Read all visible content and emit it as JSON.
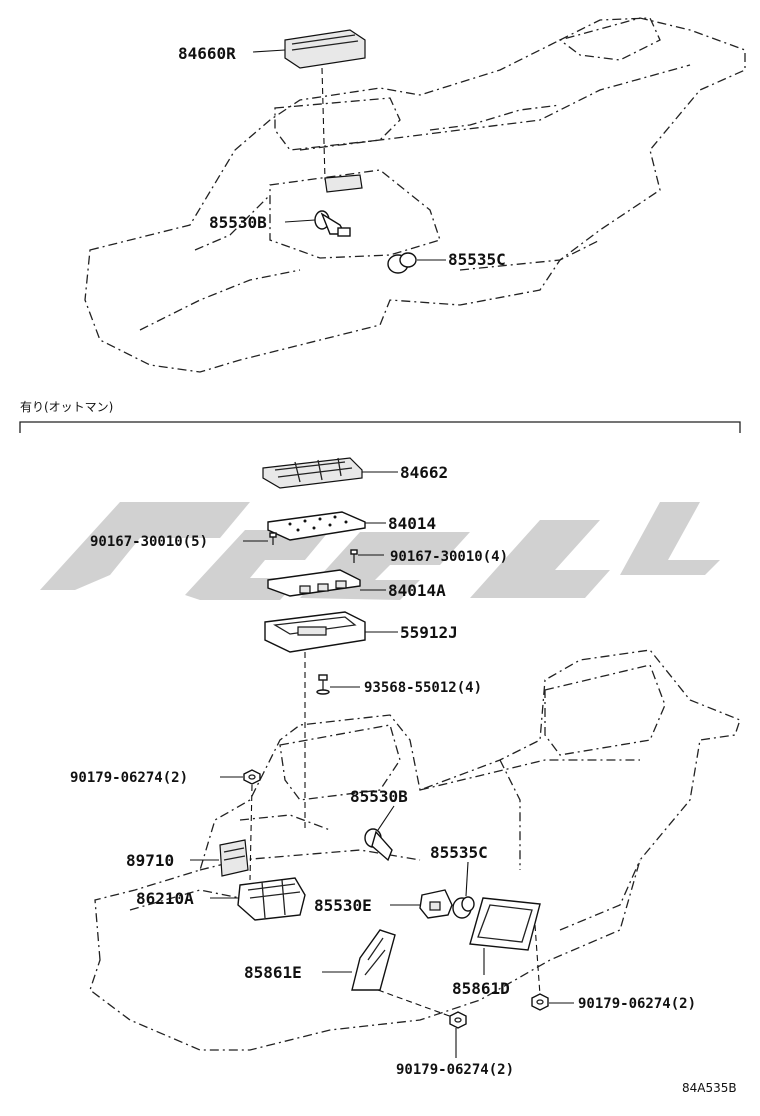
{
  "labels": {
    "p84660R": "84660R",
    "p85530B_top": "85530B",
    "p85535C_top": "85535C",
    "section_note": "有り(オットマン)",
    "p84662": "84662",
    "p84014": "84014",
    "p90167_5": "90167-30010(5)",
    "p90167_4": "90167-30010(4)",
    "p84014A": "84014A",
    "p55912J": "55912J",
    "p93568": "93568-55012(4)",
    "p90179_a": "90179-06274(2)",
    "p85530B_bot": "85530B",
    "p89710": "89710",
    "p85535C_bot": "85535C",
    "p86210A": "86210A",
    "p85530E": "85530E",
    "p85861E": "85861E",
    "p85861D": "85861D",
    "p90179_b": "90179-06274(2)",
    "p90179_c": "90179-06274(2)",
    "diagram_code": "84A535B"
  },
  "colors": {
    "line": "#222222",
    "watermark": "#c9c9c9",
    "background": "#ffffff"
  }
}
